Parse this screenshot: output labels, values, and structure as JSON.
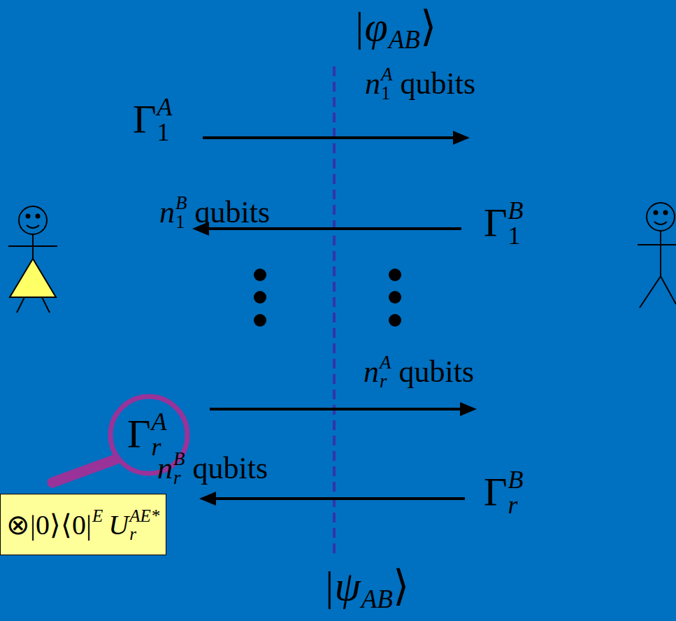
{
  "diagram": {
    "nodes": [
      {
        "text": [
          "⊗|0⟩⟨0|",
          "E",
          "U",
          "r",
          "AE*"
        ]
      }
    ],
    "labels": [
      "|φ",
      "AB",
      "⟩",
      "Γ",
      "A",
      "1",
      "n",
      "A",
      "1",
      "qubits",
      "n",
      "B",
      "1",
      "qubits",
      "Γ",
      "B",
      "1",
      "Γ",
      "A",
      "r",
      "n",
      "A",
      "r",
      "qubits",
      "n",
      "B",
      "r",
      "qubits",
      "Γ",
      "B",
      "r",
      "|ψ",
      "AB",
      "⟩"
    ]
  }
}
